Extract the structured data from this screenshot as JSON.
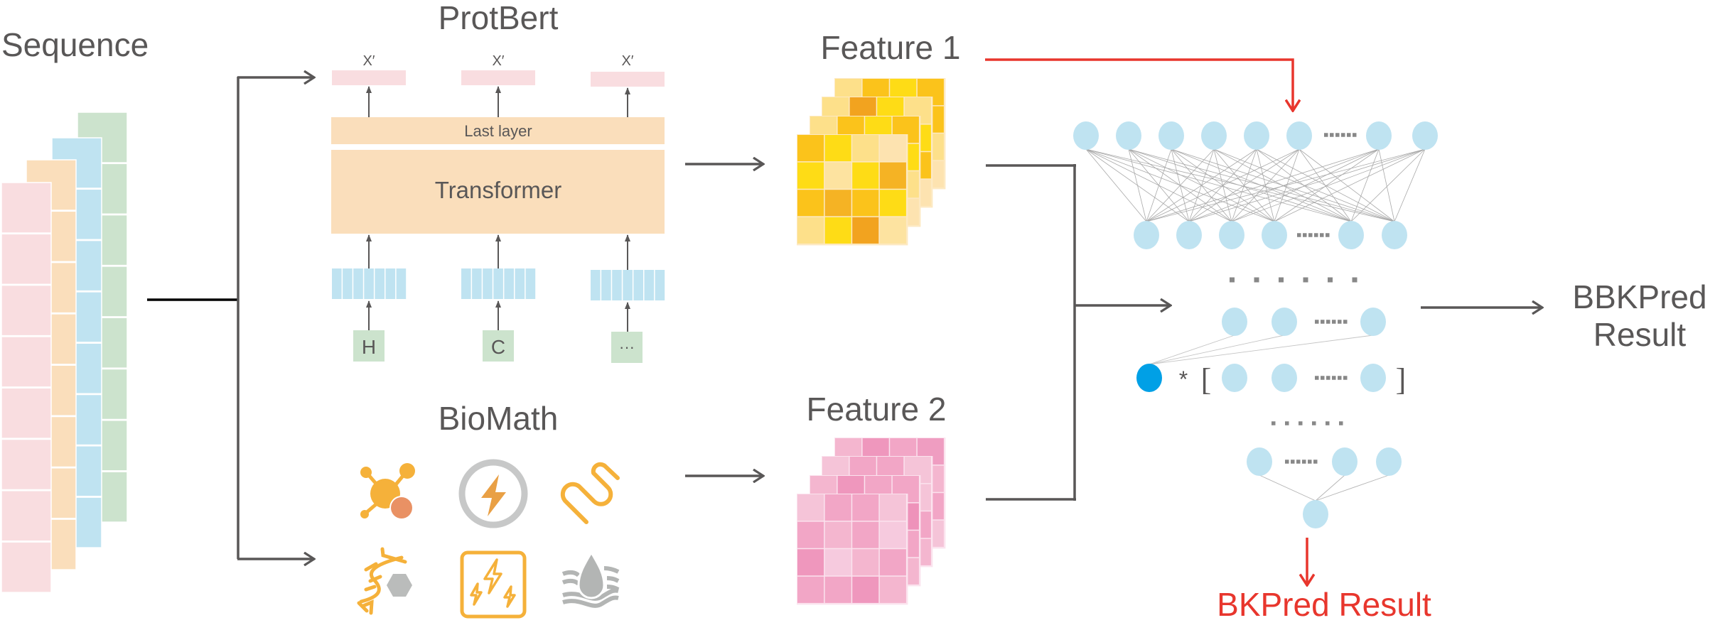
{
  "labels": {
    "sequence": "Sequence",
    "protbert": "ProtBert",
    "biomath": "BioMath",
    "feature1": "Feature 1",
    "feature2": "Feature 2",
    "bbkpred_line1": "BBKPred",
    "bbkpred_line2": "Result",
    "bkpred": "BKPred Result"
  },
  "protbert": {
    "outputs": [
      "X′",
      "X′",
      "X′"
    ],
    "last_layer": "Last layer",
    "transformer": "Transformer",
    "tokens": [
      "H",
      "C",
      "···"
    ]
  },
  "biomath": {
    "icons": [
      "molecule-icon",
      "charge-lightning-circle-icon",
      "zigzag-chain-icon",
      "dna-helix-icon",
      "multi-lightning-box-icon",
      "hydrophobicity-water-drop-icon"
    ]
  },
  "network": {
    "star_symbol": "*",
    "open_bracket": "[",
    "close_bracket": "]"
  },
  "colors": {
    "text": "#595757",
    "line": "#595757",
    "accent_red": "#e8362d",
    "node": "#bfe3f1",
    "node_highlight": "#00a0e6",
    "seq_pink": "#f9dde0",
    "seq_orange": "#fadebb",
    "seq_blue": "#bfe3f1",
    "seq_green": "#cce3cd"
  },
  "feature1_cells": [
    [
      [
        "#fde08a",
        "#fbc31b",
        "#fedc16",
        "#fbc31b"
      ],
      [
        "#fedc16",
        "#fde08a",
        "#fedc16",
        "#fbc31b"
      ],
      [
        "#fde08a",
        "#fbc31b",
        "#fedc16",
        "#fde08a"
      ],
      [
        "#fbc31b",
        "#fedc16",
        "#fde08a",
        "#fde3b0"
      ]
    ],
    [
      [
        "#fde08a",
        "#f2a31f",
        "#fedc16",
        "#fde08a"
      ],
      [
        "#fedc16",
        "#fbc31b",
        "#fedc16",
        "#fedc16"
      ],
      [
        "#fde08a",
        "#fedc16",
        "#fbc31b",
        "#fbc31b"
      ],
      [
        "#fbc31b",
        "#fde08a",
        "#fedc16",
        "#fde3b0"
      ]
    ],
    [
      [
        "#fde08a",
        "#fbc31b",
        "#fedc16",
        "#fbc31b"
      ],
      [
        "#fedc16",
        "#fde08a",
        "#fbc31b",
        "#fedc16"
      ],
      [
        "#fbc31b",
        "#fedc16",
        "#fde08a",
        "#fde08a"
      ],
      [
        "#fde08a",
        "#fbc31b",
        "#fedc16",
        "#fde3b0"
      ]
    ],
    [
      [
        "#fbc31b",
        "#fedc16",
        "#fde08a",
        "#fde3b0"
      ],
      [
        "#fedc16",
        "#fde3a0",
        "#fedc16",
        "#f5b324"
      ],
      [
        "#fbc31b",
        "#f5b324",
        "#fbc31b",
        "#fedc16"
      ],
      [
        "#fde08a",
        "#fedc16",
        "#f2a31f",
        "#fde3a0"
      ]
    ]
  ],
  "feature2_cells": [
    [
      [
        "#f4b6cf",
        "#ef97bd",
        "#f2a6c6",
        "#ef9dc1"
      ],
      [
        "#f4b6cf",
        "#f2a6c6",
        "#ee92ba",
        "#f4b6cf"
      ],
      [
        "#f2a6c6",
        "#f4b6cf",
        "#f2a6c6",
        "#f2a6c6"
      ],
      [
        "#f4b6cf",
        "#f2a6c6",
        "#f4b6cf",
        "#f5c4d8"
      ]
    ],
    [
      [
        "#f5c4d8",
        "#f2a6c6",
        "#f2a6c6",
        "#f5c4d8"
      ],
      [
        "#f4b6cf",
        "#f2a6c6",
        "#f4b6cf",
        "#f5c4d8"
      ],
      [
        "#f2a6c6",
        "#f4b6cf",
        "#f2a6c6",
        "#f2a6c6"
      ],
      [
        "#f4b6cf",
        "#f2a6c6",
        "#f4b6cf",
        "#f4b6cf"
      ]
    ],
    [
      [
        "#f4b6cf",
        "#ef97bd",
        "#f2a6c6",
        "#f2a6c6"
      ],
      [
        "#f2a6c6",
        "#f4b6cf",
        "#f2a6c6",
        "#ee92ba"
      ],
      [
        "#f4b6cf",
        "#f2a6c6",
        "#f4b6cf",
        "#f2a6c6"
      ],
      [
        "#f2a6c6",
        "#f4b6cf",
        "#f2a6c6",
        "#f4b6cf"
      ]
    ],
    [
      [
        "#f5c4d8",
        "#f2a6c6",
        "#f2a6c6",
        "#f5c4d8"
      ],
      [
        "#f2a6c6",
        "#f4b6cf",
        "#f2a6c6",
        "#f6cade"
      ],
      [
        "#ef97bd",
        "#f6cade",
        "#f4b6cf",
        "#f2a6c6"
      ],
      [
        "#f2a6c6",
        "#f2a6c6",
        "#ef97bd",
        "#f4b6cf"
      ]
    ]
  ]
}
